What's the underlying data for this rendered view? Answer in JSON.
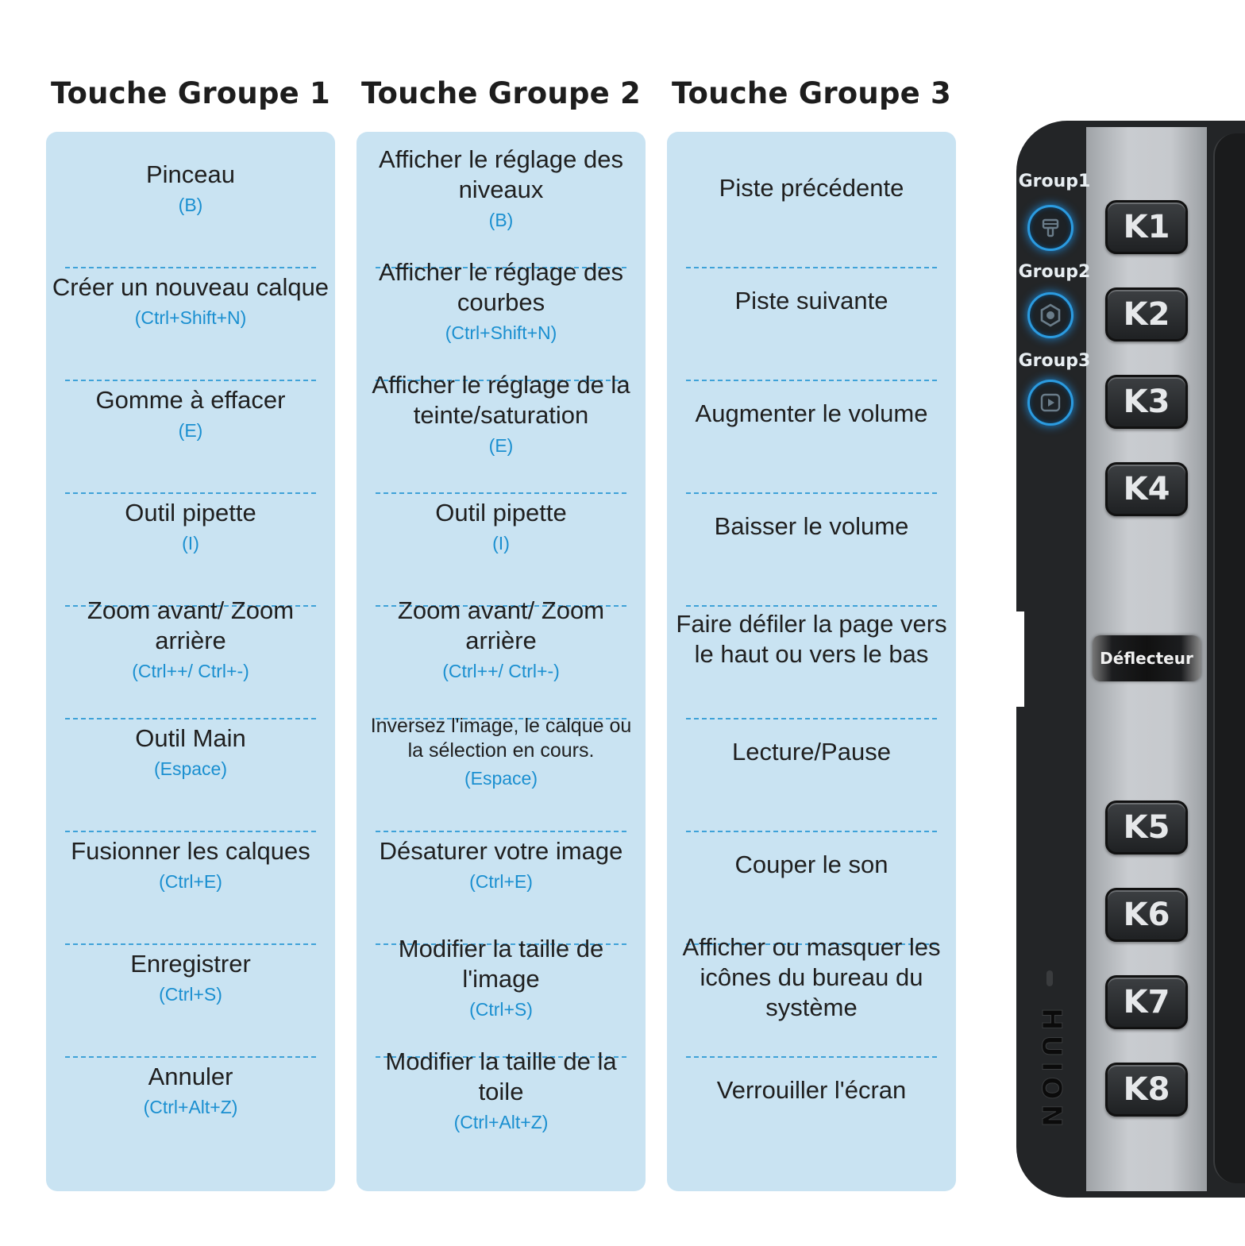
{
  "columns": [
    {
      "title": "Touche Groupe 1",
      "rows": [
        {
          "action": "Pinceau",
          "shortcut": "(B)"
        },
        {
          "action": "Créer un nouveau calque",
          "shortcut": "(Ctrl+Shift+N)"
        },
        {
          "action": "Gomme à effacer",
          "shortcut": "(E)"
        },
        {
          "action": "Outil pipette",
          "shortcut": "(I)"
        },
        {
          "action": "Zoom avant/ Zoom arrière",
          "shortcut": "(Ctrl++/ Ctrl+-)"
        },
        {
          "action": "Outil Main",
          "shortcut": "(Espace)"
        },
        {
          "action": "Fusionner les calques",
          "shortcut": "(Ctrl+E)"
        },
        {
          "action": "Enregistrer",
          "shortcut": "(Ctrl+S)"
        },
        {
          "action": "Annuler",
          "shortcut": "(Ctrl+Alt+Z)"
        }
      ]
    },
    {
      "title": "Touche Groupe 2",
      "rows": [
        {
          "action": "Afficher le réglage des niveaux",
          "shortcut": "(B)"
        },
        {
          "action": "Afficher le réglage des courbes",
          "shortcut": "(Ctrl+Shift+N)"
        },
        {
          "action": "Afficher le réglage de la teinte/saturation",
          "shortcut": "(E)"
        },
        {
          "action": "Outil pipette",
          "shortcut": "(I)"
        },
        {
          "action": "Zoom avant/ Zoom arrière",
          "shortcut": "(Ctrl++/ Ctrl+-)"
        },
        {
          "action": "Inversez l'image, le calque ou la sélection en cours.",
          "shortcut": "(Espace)"
        },
        {
          "action": "Désaturer votre image",
          "shortcut": "(Ctrl+E)"
        },
        {
          "action": "Modifier la taille de l'image",
          "shortcut": "(Ctrl+S)"
        },
        {
          "action": "Modifier la taille de la toile",
          "shortcut": "(Ctrl+Alt+Z)"
        }
      ]
    },
    {
      "title": "Touche Groupe 3",
      "rows": [
        {
          "action": "Piste précédente",
          "shortcut": ""
        },
        {
          "action": "Piste suivante",
          "shortcut": ""
        },
        {
          "action": "Augmenter le volume",
          "shortcut": ""
        },
        {
          "action": "Baisser le volume",
          "shortcut": ""
        },
        {
          "action": "Faire défiler la page vers le haut ou vers le bas",
          "shortcut": ""
        },
        {
          "action": "Lecture/Pause",
          "shortcut": ""
        },
        {
          "action": "Couper le son",
          "shortcut": ""
        },
        {
          "action": "Afficher ou masquer les icônes du bureau du système",
          "shortcut": ""
        },
        {
          "action": "Verrouiller l'écran",
          "shortcut": ""
        }
      ]
    }
  ],
  "device": {
    "groups": [
      {
        "label": "Group1",
        "icon": "brush-icon"
      },
      {
        "label": "Group2",
        "icon": "hexagon-icon"
      },
      {
        "label": "Group3",
        "icon": "play-icon"
      }
    ],
    "keys_top": [
      "K1",
      "K2",
      "K3",
      "K4"
    ],
    "deflector": "Déflecteur",
    "keys_bottom": [
      "K5",
      "K6",
      "K7",
      "K8"
    ],
    "brand": "HUION"
  },
  "colors": {
    "panel": "#c9e3f2",
    "shortcut": "#1a8fd0",
    "separator": "#3fa2d8",
    "glow": "#2b9be0",
    "device_body": "#232527"
  }
}
